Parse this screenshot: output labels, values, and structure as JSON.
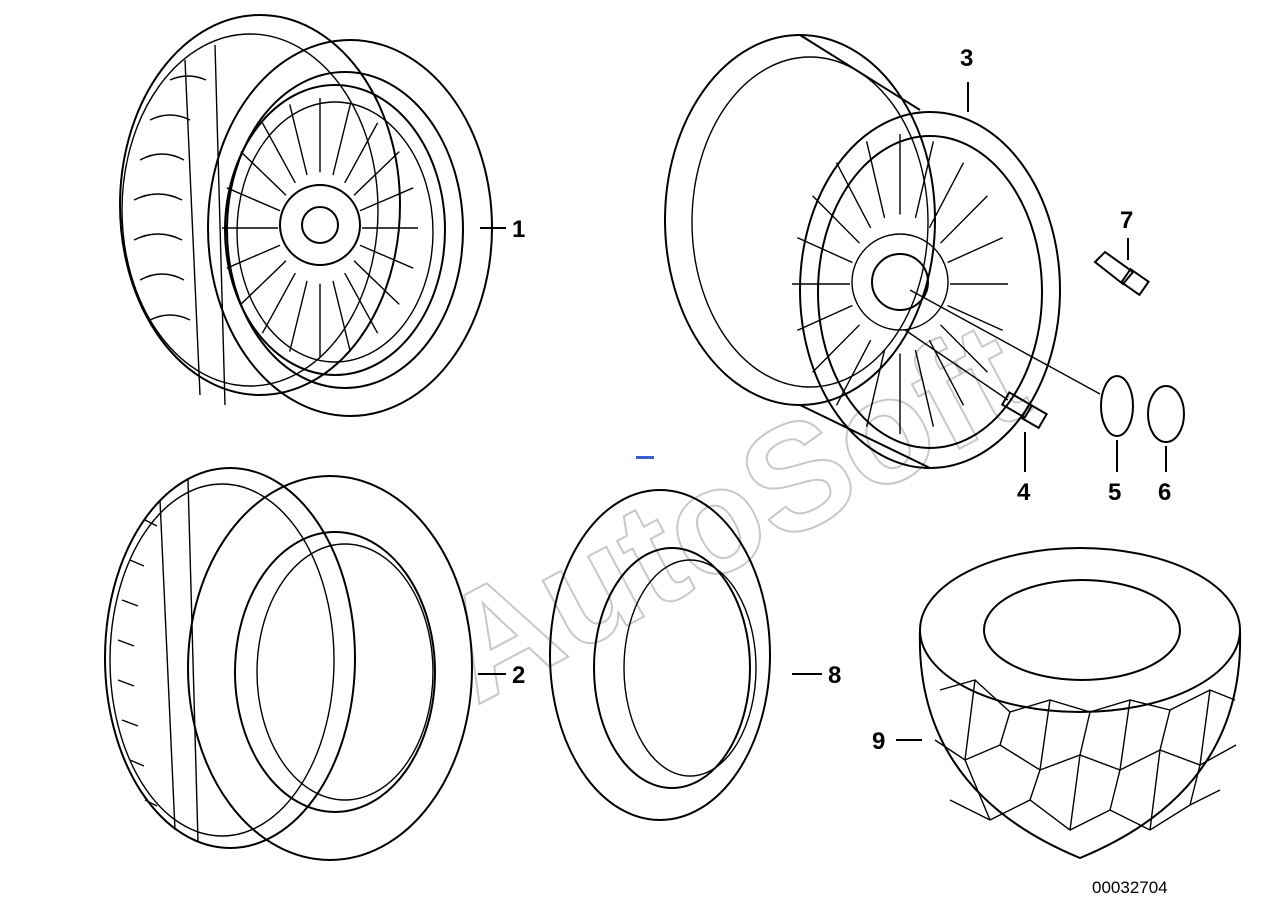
{
  "diagram": {
    "callouts": [
      {
        "id": "1",
        "label": "1"
      },
      {
        "id": "2",
        "label": "2"
      },
      {
        "id": "3",
        "label": "3"
      },
      {
        "id": "4",
        "label": "4"
      },
      {
        "id": "5",
        "label": "5"
      },
      {
        "id": "6",
        "label": "6"
      },
      {
        "id": "7",
        "label": "7"
      },
      {
        "id": "8",
        "label": "8"
      },
      {
        "id": "9",
        "label": "9"
      }
    ],
    "drawing_number": "00032704",
    "watermark": "AutoSoft",
    "colors": {
      "line": "#000000",
      "background": "#ffffff",
      "watermark": "#c8c8c8",
      "accent": "#3a5fcd"
    }
  }
}
